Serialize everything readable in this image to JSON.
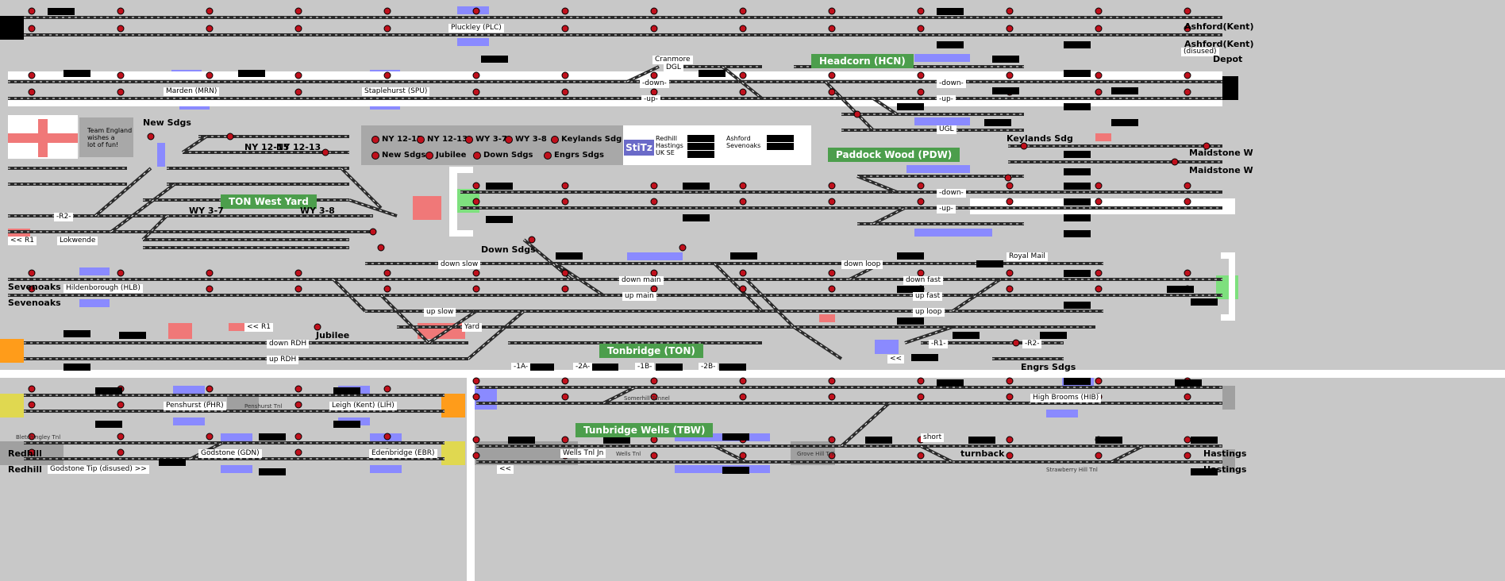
{
  "colors": {
    "track": "#2a2a2a",
    "signal": "#c0101c",
    "block": "#8a8aff",
    "station": "#4c9e4c",
    "occupied": "#f07878",
    "green": "#7ee07e",
    "orange": "#ff9c1a",
    "yellow": "#e0d850"
  },
  "stations": {
    "pluckley": "Pluckley (PLC)",
    "headcorn": "Headcorn (HCN)",
    "marden": "Marden (MRN)",
    "staplehurst": "Staplehurst (SPU)",
    "paddock": "Paddock Wood (PDW)",
    "tonwest": "TON West Yard",
    "tonbridge": "Tonbridge (TON)",
    "hildenborough": "Hildenborough (HLB)",
    "penshurst": "Penshurst (PHR)",
    "leigh": "Leigh (Kent) (LIH)",
    "godstone": "Godstone (GDN)",
    "edenbridge": "Edenbridge (EBR)",
    "tunbridge": "Tunbridge Wells (TBW)",
    "highbrooms": "High Brooms (HIB)"
  },
  "labels": {
    "ashford1": "Ashford(Kent)",
    "ashford2": "Ashford(Kent)",
    "disused": "(disused)",
    "depot": "Depot",
    "cranmore": "Cranmore",
    "dgl": "DGL",
    "down": "-down-",
    "up": "-up-",
    "ugl": "UGL",
    "keylands_sdg": "Keylands Sdg",
    "maidstone1": "Maidstone W",
    "maidstone2": "Maidstone W",
    "newsdgs": "New Sdgs",
    "ny1215": "NY 12-15",
    "ny1213": "NY 12-13",
    "wy37": "WY 3-7",
    "wy38": "WY 3-8",
    "lokwende": "Lokwende",
    "r1": "<< R1",
    "r2": "-R2-",
    "downsdgs": "Down Sdgs",
    "downslow": "down slow",
    "downmain": "down main",
    "upmain": "up main",
    "upslow": "up slow",
    "downloop": "down loop",
    "downfast": "down fast",
    "upfast": "up fast",
    "uploop": "up loop",
    "royalmail": "Royal Mail",
    "sevenoaks1": "Sevenoaks",
    "sevenoaks2": "Sevenoaks",
    "r1b": "<< R1",
    "downrdh": "down RDH",
    "uprdh": "up RDH",
    "jubilee": "Jubilee",
    "yard": "Yard",
    "engrs": "Engrs Sdgs",
    "a1a": "-1A-",
    "a2a": "-2A-",
    "a1b": "-1B-",
    "a2b": "-2B-",
    "somerhill": "Somerhill Tunnel",
    "penshursttnl": "Penshurst Tnl",
    "bletchingley": "Bletchingley Tnl",
    "redhill1": "Redhill",
    "redhill2": "Redhill",
    "godstonetip": "Godstone Tip (disused) >>",
    "wellstnljn": "Wells Tnl Jn",
    "wellstnl": "Wells Tnl",
    "grovehill": "Grove Hill Tnl",
    "short": "short",
    "turnback": "turnback",
    "strawberry": "Strawberry Hill Tnl",
    "hastings1": "Hastings",
    "hastings2": "Hastings",
    "lt_lt": "<<",
    "lt2": "<<",
    "r1c": "-R1-",
    "r2c": "-R2-"
  },
  "legend": [
    {
      "name": "NY 12-15"
    },
    {
      "name": "NY 12-13"
    },
    {
      "name": "WY 3-7"
    },
    {
      "name": "WY 3-8"
    },
    {
      "name": "Keylands Sdg"
    },
    {
      "name": "New Sdgs"
    },
    {
      "name": "Jubilee"
    },
    {
      "name": "Down Sdgs"
    },
    {
      "name": "Engrs Sdgs"
    }
  ],
  "stitz": "StiTz",
  "describer": {
    "left": [
      "Redhill",
      "Hastings",
      "UK SE"
    ],
    "right": [
      "Ashford",
      "Sevenoaks"
    ]
  },
  "team": [
    "Team England",
    "wishes a",
    "lot of fun!"
  ]
}
